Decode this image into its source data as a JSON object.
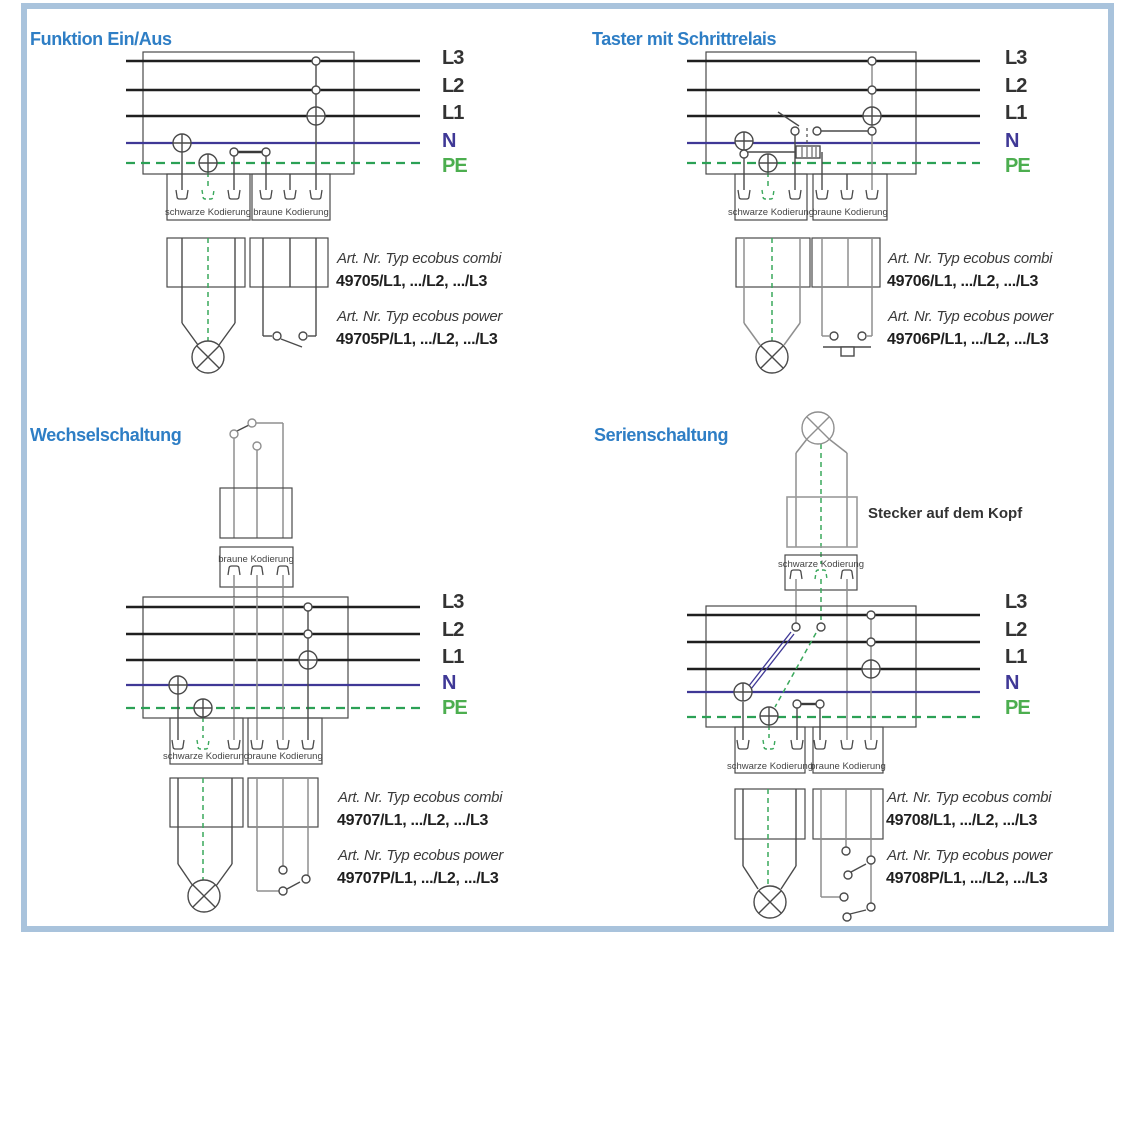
{
  "palette": {
    "title_blue": "#2e7ec5",
    "frame_blue": "#a9c3dc",
    "n_line": "#3f3896",
    "pe_green": "#2ba155",
    "pe_label_green": "#4cae4f",
    "line_dark": "#4a4a4a",
    "wire_gray": "#8f8f8f"
  },
  "bus_labels": [
    "L3",
    "L2",
    "L1",
    "N",
    "PE"
  ],
  "coding": {
    "black": "schwarze Kodierung",
    "brown": "braune Kodierung"
  },
  "quadrants": [
    {
      "title": "Funktion Ein/Aus",
      "combi_label": "Art. Nr. Typ ecobus combi",
      "combi_no": "49705/L1, .../L2, .../L3",
      "power_label": "Art. Nr. Typ ecobus power",
      "power_no": "49705P/L1, .../L2, .../L3"
    },
    {
      "title": "Taster mit Schrittrelais",
      "combi_label": "Art. Nr. Typ ecobus combi",
      "combi_no": "49706/L1, .../L2, .../L3",
      "power_label": "Art. Nr. Typ ecobus power",
      "power_no": "49706P/L1, .../L2, .../L3"
    },
    {
      "title": "Wechselschaltung",
      "combi_label": "Art. Nr. Typ ecobus combi",
      "combi_no": "49707/L1, .../L2, .../L3",
      "power_label": "Art. Nr. Typ ecobus power",
      "power_no": "49707P/L1, .../L2, .../L3"
    },
    {
      "title": "Serienschaltung",
      "note": "Stecker auf dem Kopf",
      "combi_label": "Art. Nr. Typ ecobus combi",
      "combi_no": "49708/L1, .../L2, .../L3",
      "power_label": "Art. Nr. Typ ecobus power",
      "power_no": "49708P/L1, .../L2, .../L3"
    }
  ]
}
